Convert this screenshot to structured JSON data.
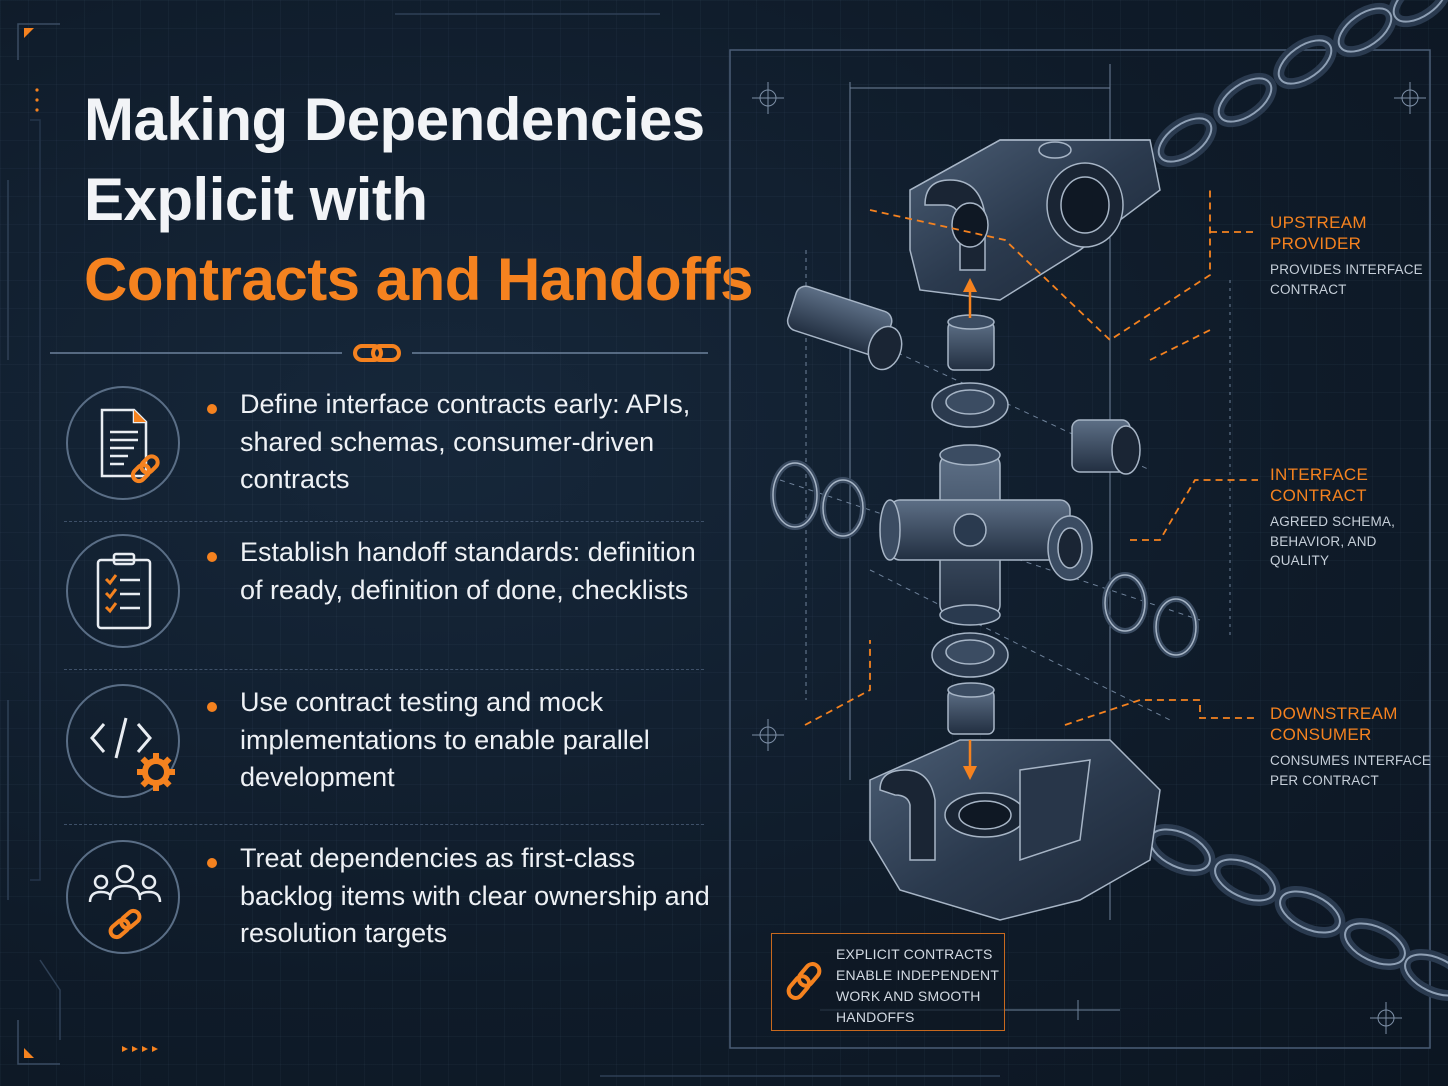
{
  "title": {
    "line1": "Making Dependencies",
    "line2": "Explicit with",
    "line3": "Contracts and Handoffs"
  },
  "colors": {
    "accent": "#f5821f",
    "background": "#101c2b",
    "line": "#7d8fa6"
  },
  "items": [
    {
      "icon": "document-link-icon",
      "text": "Define interface contracts early: APIs, shared schemas, consumer-driven contracts"
    },
    {
      "icon": "clipboard-checklist-icon",
      "text": "Establish handoff standards: definition of ready, definition of done, checklists"
    },
    {
      "icon": "code-gear-icon",
      "text": "Use contract testing and mock implementations to enable parallel development"
    },
    {
      "icon": "team-link-icon",
      "text": "Treat dependencies as first-class backlog items with clear ownership and resolution targets"
    }
  ],
  "diagram": {
    "upstream": {
      "head1": "UPSTREAM",
      "head2": "PROVIDER",
      "sub1": "PROVIDES INTERFACE",
      "sub2": "CONTRACT"
    },
    "interface": {
      "head1": "INTERFACE",
      "head2": "CONTRACT",
      "sub1": "AGREED SCHEMA,",
      "sub2": "BEHAVIOR, AND",
      "sub3": "QUALITY"
    },
    "downstream": {
      "head1": "DOWNSTREAM",
      "head2": "CONSUMER",
      "sub1": "CONSUMES INTERFACE",
      "sub2": "PER CONTRACT"
    },
    "note": {
      "line1": "EXPLICIT CONTRACTS",
      "line2": "ENABLE INDEPENDENT",
      "line3": "WORK AND SMOOTH",
      "line4": "HANDOFFS"
    }
  }
}
